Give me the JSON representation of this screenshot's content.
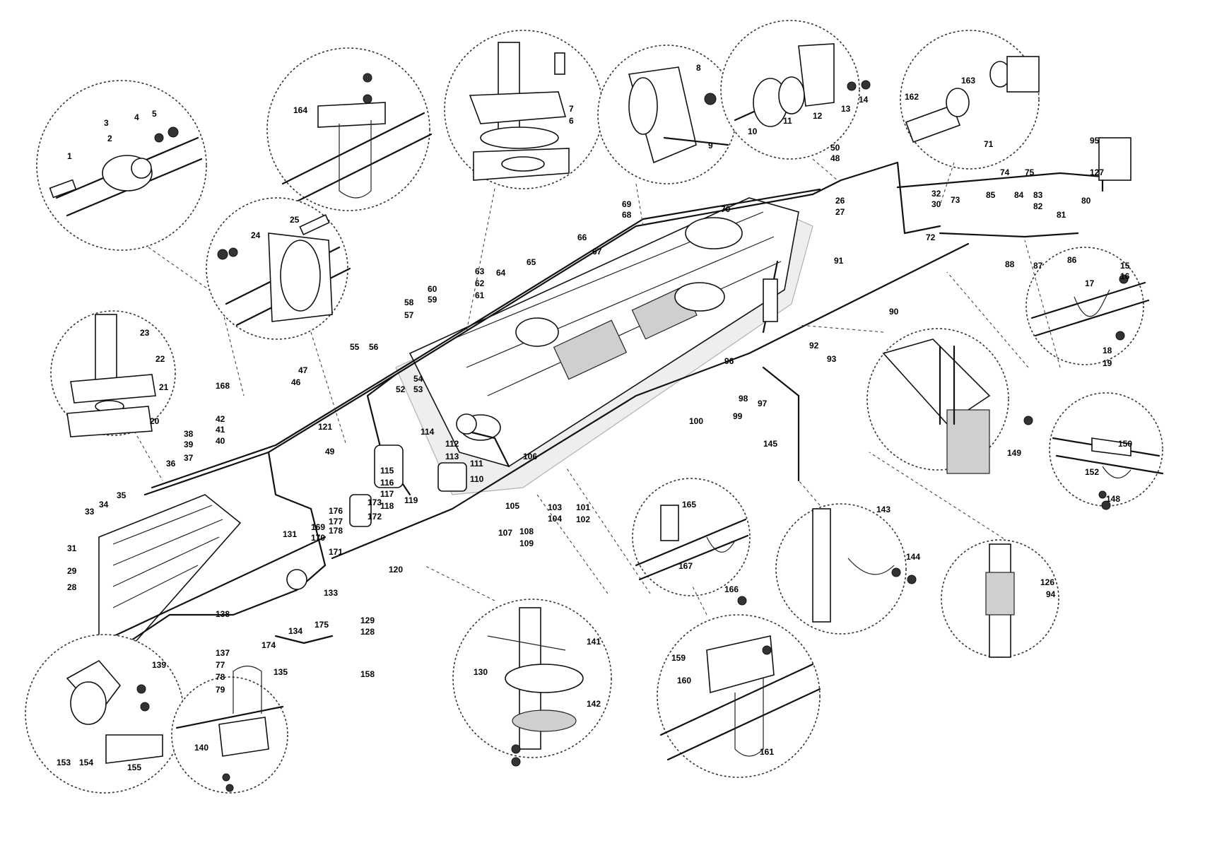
{
  "labels": [
    "1",
    "2",
    "3",
    "4",
    "5",
    "6",
    "7",
    "8",
    "9",
    "10",
    "11",
    "12",
    "13",
    "14",
    "15",
    "16",
    "17",
    "18",
    "19",
    "20",
    "21",
    "22",
    "23",
    "24",
    "25",
    "26",
    "27",
    "28",
    "29",
    "30",
    "31",
    "32",
    "33",
    "34",
    "35",
    "36",
    "37",
    "38",
    "39",
    "40",
    "41",
    "42",
    "46",
    "47",
    "48",
    "49",
    "50",
    "52",
    "53",
    "54",
    "55",
    "56",
    "57",
    "58",
    "59",
    "60",
    "61",
    "62",
    "63",
    "64",
    "65",
    "66",
    "67",
    "68",
    "69",
    "70",
    "71",
    "72",
    "73",
    "74",
    "75",
    "77",
    "78",
    "79",
    "80",
    "81",
    "82",
    "83",
    "84",
    "85",
    "86",
    "87",
    "88",
    "90",
    "91",
    "92",
    "93",
    "94",
    "95",
    "96",
    "97",
    "98",
    "99",
    "100",
    "101",
    "102",
    "103",
    "104",
    "105",
    "106",
    "107",
    "108",
    "109",
    "110",
    "111",
    "112",
    "113",
    "114",
    "115",
    "116",
    "117",
    "118",
    "119",
    "120",
    "121",
    "126",
    "127",
    "128",
    "129",
    "130",
    "131",
    "133",
    "134",
    "135",
    "137",
    "138",
    "139",
    "140",
    "141",
    "142",
    "143",
    "144",
    "145",
    "148",
    "149",
    "150",
    "152",
    "153",
    "154",
    "155",
    "158",
    "159",
    "160",
    "161",
    "162",
    "163",
    "164",
    "165",
    "166",
    "167",
    "168",
    "169",
    "170",
    "171",
    "172",
    "173",
    "174",
    "175",
    "176",
    "177",
    "178"
  ]
}
